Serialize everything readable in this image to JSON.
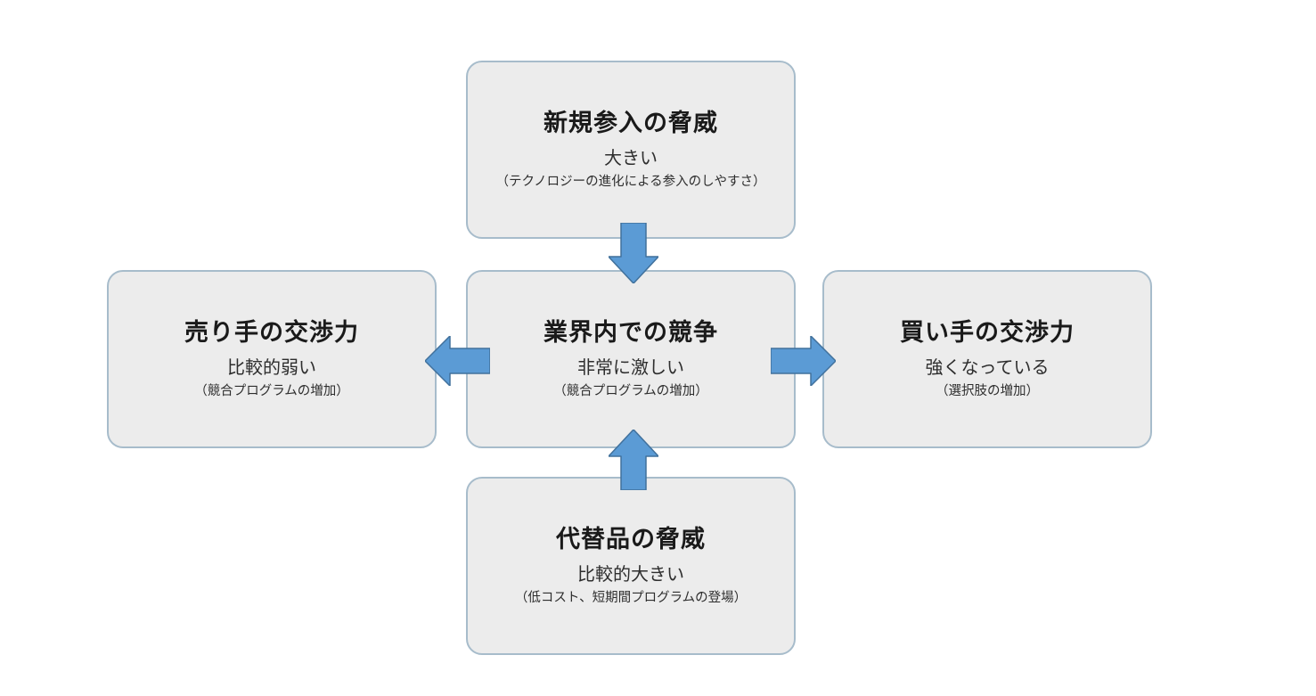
{
  "diagram": {
    "boxes": {
      "top": {
        "title": "新規参入の脅威",
        "subtitle": "大きい",
        "note": "（テクノロジーの進化による参入のしやすさ）"
      },
      "left": {
        "title": "売り手の交渉力",
        "subtitle": "比較的弱い",
        "note": "（競合プログラムの増加）"
      },
      "center": {
        "title": "業界内での競争",
        "subtitle": "非常に激しい",
        "note": "（競合プログラムの増加）"
      },
      "right": {
        "title": "買い手の交渉力",
        "subtitle": "強くなっている",
        "note": "（選択肢の増加）"
      },
      "bottom": {
        "title": "代替品の脅威",
        "subtitle": "比較的大きい",
        "note": "（低コスト、短期間プログラムの登場）"
      }
    },
    "colors": {
      "background": "#ffffff",
      "box_fill": "#ececec",
      "box_border": "#a7bccb",
      "arrow_fill": "#5b9bd5",
      "arrow_border": "#41719c",
      "title_text": "#1a1a1a",
      "body_text": "#2e2e2e"
    }
  }
}
